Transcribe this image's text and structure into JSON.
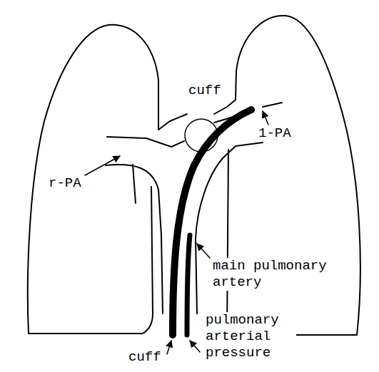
{
  "diagram": {
    "labels": [
      "cuff",
      "r-PA",
      "1-PA",
      "main pulmonary artery",
      "cuff",
      "pulmonary arterial pressure"
    ]
  }
}
